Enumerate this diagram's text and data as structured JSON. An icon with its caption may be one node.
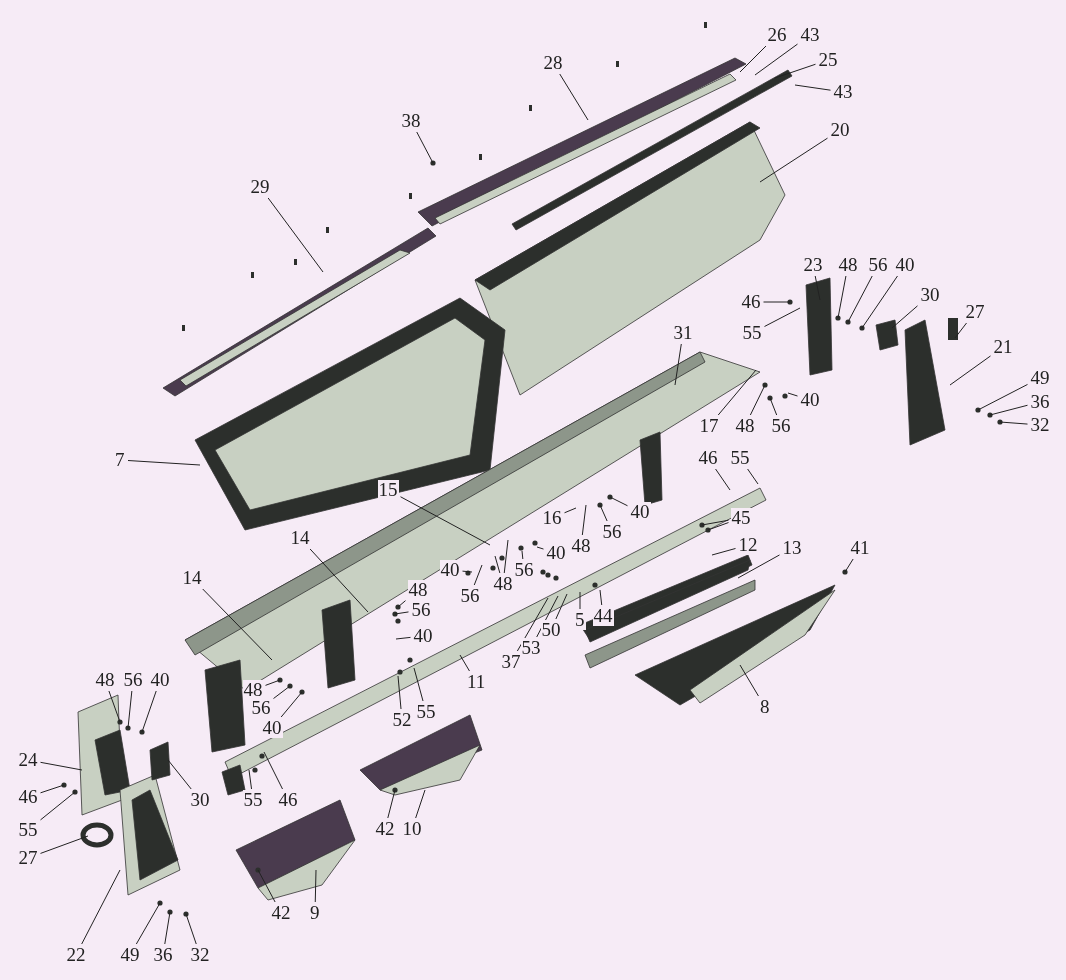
{
  "diagram": {
    "nodes": [
      {
        "text": [
          "43"
        ]
      },
      {
        "text": [
          "26"
        ]
      },
      {
        "text": [
          "28"
        ]
      },
      {
        "text": [
          "25"
        ]
      },
      {
        "text": [
          "43"
        ]
      },
      {
        "text": [
          "38"
        ]
      },
      {
        "text": [
          "20"
        ]
      },
      {
        "text": [
          "29"
        ]
      },
      {
        "text": [
          "23"
        ]
      },
      {
        "text": [
          "48"
        ]
      },
      {
        "text": [
          "56"
        ]
      },
      {
        "text": [
          "40"
        ]
      },
      {
        "text": [
          "46"
        ]
      },
      {
        "text": [
          "55"
        ]
      },
      {
        "text": [
          "30"
        ]
      },
      {
        "text": [
          "27"
        ]
      },
      {
        "text": [
          "31"
        ]
      },
      {
        "text": [
          "21"
        ]
      },
      {
        "text": [
          "49"
        ]
      },
      {
        "text": [
          "40"
        ]
      },
      {
        "text": [
          "36"
        ]
      },
      {
        "text": [
          "17"
        ]
      },
      {
        "text": [
          "48"
        ]
      },
      {
        "text": [
          "56"
        ]
      },
      {
        "text": [
          "32"
        ]
      },
      {
        "text": [
          "7"
        ]
      },
      {
        "text": [
          "46"
        ]
      },
      {
        "text": [
          "55"
        ]
      },
      {
        "text": [
          "15"
        ]
      },
      {
        "text": [
          "16"
        ]
      },
      {
        "text": [
          "40"
        ]
      },
      {
        "text": [
          "56"
        ]
      },
      {
        "text": [
          "48"
        ]
      },
      {
        "text": [
          "45"
        ]
      },
      {
        "text": [
          "12"
        ]
      },
      {
        "text": [
          "13"
        ]
      },
      {
        "text": [
          "14"
        ]
      },
      {
        "text": [
          "40"
        ]
      },
      {
        "text": [
          "56"
        ]
      },
      {
        "text": [
          "48"
        ]
      },
      {
        "text": [
          "56"
        ]
      },
      {
        "text": [
          "40"
        ]
      },
      {
        "text": [
          "41"
        ]
      },
      {
        "text": [
          "48"
        ]
      },
      {
        "text": [
          "56"
        ]
      },
      {
        "text": [
          "40"
        ]
      },
      {
        "text": [
          "5"
        ]
      },
      {
        "text": [
          "44"
        ]
      },
      {
        "text": [
          "50"
        ]
      },
      {
        "text": [
          "53"
        ]
      },
      {
        "text": [
          "37"
        ]
      },
      {
        "text": [
          "11"
        ]
      },
      {
        "text": [
          "14"
        ]
      },
      {
        "text": [
          "48"
        ]
      },
      {
        "text": [
          "56"
        ]
      },
      {
        "text": [
          "40"
        ]
      },
      {
        "text": [
          "48"
        ]
      },
      {
        "text": [
          "56"
        ]
      },
      {
        "text": [
          "40"
        ]
      },
      {
        "text": [
          "52"
        ]
      },
      {
        "text": [
          "55"
        ]
      },
      {
        "text": [
          "8"
        ]
      },
      {
        "text": [
          "24"
        ]
      },
      {
        "text": [
          "30"
        ]
      },
      {
        "text": [
          "55"
        ]
      },
      {
        "text": [
          "46"
        ]
      },
      {
        "text": [
          "46"
        ]
      },
      {
        "text": [
          "55"
        ]
      },
      {
        "text": [
          "42"
        ]
      },
      {
        "text": [
          "10"
        ]
      },
      {
        "text": [
          "27"
        ]
      },
      {
        "text": [
          "9"
        ]
      },
      {
        "text": [
          "42"
        ]
      },
      {
        "text": [
          "22"
        ]
      },
      {
        "text": [
          "49"
        ]
      },
      {
        "text": [
          "36"
        ]
      },
      {
        "text": [
          "32"
        ]
      }
    ],
    "edges": [
      {
        "from": 0,
        "to": null,
        "arrow": "none"
      },
      {
        "from": 1,
        "to": null,
        "arrow": "none"
      },
      {
        "from": 2,
        "to": null,
        "arrow": "none"
      },
      {
        "from": 3,
        "to": null,
        "arrow": "none"
      },
      {
        "from": 4,
        "to": null,
        "arrow": "none"
      },
      {
        "from": 5,
        "to": null,
        "arrow": "none"
      },
      {
        "from": 6,
        "to": null,
        "arrow": "none"
      },
      {
        "from": 7,
        "to": null,
        "arrow": "none"
      },
      {
        "from": 8,
        "to": null,
        "arrow": "none"
      },
      {
        "from": 9,
        "to": null,
        "arrow": "none"
      },
      {
        "from": 10,
        "to": null,
        "arrow": "none"
      },
      {
        "from": 11,
        "to": null,
        "arrow": "none"
      },
      {
        "from": 12,
        "to": null,
        "arrow": "none"
      },
      {
        "from": 13,
        "to": null,
        "arrow": "none"
      },
      {
        "from": 14,
        "to": null,
        "arrow": "none"
      },
      {
        "from": 15,
        "to": null,
        "arrow": "none"
      },
      {
        "from": 16,
        "to": null,
        "arrow": "none"
      },
      {
        "from": 17,
        "to": null,
        "arrow": "none"
      },
      {
        "from": 18,
        "to": null,
        "arrow": "none"
      },
      {
        "from": 19,
        "to": null,
        "arrow": "none"
      },
      {
        "from": 20,
        "to": null,
        "arrow": "none"
      },
      {
        "from": 21,
        "to": null,
        "arrow": "none"
      },
      {
        "from": 22,
        "to": null,
        "arrow": "none"
      },
      {
        "from": 23,
        "to": null,
        "arrow": "none"
      },
      {
        "from": 24,
        "to": null,
        "arrow": "none"
      },
      {
        "from": 25,
        "to": null,
        "arrow": "none"
      },
      {
        "from": 26,
        "to": null,
        "arrow": "none"
      },
      {
        "from": 27,
        "to": null,
        "arrow": "none"
      },
      {
        "from": 28,
        "to": null,
        "arrow": "none"
      },
      {
        "from": 29,
        "to": null,
        "arrow": "none"
      },
      {
        "from": 30,
        "to": null,
        "arrow": "none"
      },
      {
        "from": 31,
        "to": null,
        "arrow": "none"
      },
      {
        "from": 32,
        "to": null,
        "arrow": "none"
      },
      {
        "from": 33,
        "to": null,
        "arrow": "none"
      },
      {
        "from": 33,
        "to": null,
        "arrow": "none"
      },
      {
        "from": 34,
        "to": null,
        "arrow": "none"
      },
      {
        "from": 35,
        "to": null,
        "arrow": "none"
      },
      {
        "from": 36,
        "to": null,
        "arrow": "none"
      },
      {
        "from": 37,
        "to": null,
        "arrow": "none"
      },
      {
        "from": 38,
        "to": null,
        "arrow": "none"
      },
      {
        "from": 39,
        "to": null,
        "arrow": "none"
      },
      {
        "from": 39,
        "to": null,
        "arrow": "none"
      },
      {
        "from": 40,
        "to": null,
        "arrow": "none"
      },
      {
        "from": 41,
        "to": null,
        "arrow": "none"
      },
      {
        "from": 42,
        "to": null,
        "arrow": "none"
      },
      {
        "from": 43,
        "to": null,
        "arrow": "none"
      },
      {
        "from": 44,
        "to": null,
        "arrow": "none"
      },
      {
        "from": 45,
        "to": null,
        "arrow": "none"
      },
      {
        "from": 46,
        "to": null,
        "arrow": "none"
      },
      {
        "from": 47,
        "to": null,
        "arrow": "none"
      },
      {
        "from": 48,
        "to": null,
        "arrow": "none"
      },
      {
        "from": 49,
        "to": null,
        "arrow": "none"
      },
      {
        "from": 50,
        "to": null,
        "arrow": "none"
      },
      {
        "from": 51,
        "to": null,
        "arrow": "none"
      },
      {
        "from": 52,
        "to": null,
        "arrow": "none"
      },
      {
        "from": 53,
        "to": null,
        "arrow": "none"
      },
      {
        "from": 54,
        "to": null,
        "arrow": "none"
      },
      {
        "from": 55,
        "to": null,
        "arrow": "none"
      },
      {
        "from": 56,
        "to": null,
        "arrow": "none"
      },
      {
        "from": 57,
        "to": null,
        "arrow": "none"
      },
      {
        "from": 58,
        "to": null,
        "arrow": "none"
      },
      {
        "from": 59,
        "to": null,
        "arrow": "none"
      },
      {
        "from": 60,
        "to": null,
        "arrow": "none"
      },
      {
        "from": 61,
        "to": null,
        "arrow": "none"
      },
      {
        "from": 62,
        "to": null,
        "arrow": "none"
      },
      {
        "from": 63,
        "to": null,
        "arrow": "none"
      },
      {
        "from": 64,
        "to": null,
        "arrow": "none"
      },
      {
        "from": 65,
        "to": null,
        "arrow": "none"
      },
      {
        "from": 66,
        "to": null,
        "arrow": "none"
      },
      {
        "from": 67,
        "to": null,
        "arrow": "none"
      },
      {
        "from": 68,
        "to": null,
        "arrow": "none"
      },
      {
        "from": 69,
        "to": null,
        "arrow": "none"
      },
      {
        "from": 70,
        "to": null,
        "arrow": "none"
      },
      {
        "from": 71,
        "to": null,
        "arrow": "none"
      },
      {
        "from": 72,
        "to": null,
        "arrow": "none"
      },
      {
        "from": 73,
        "to": null,
        "arrow": "none"
      },
      {
        "from": 74,
        "to": null,
        "arrow": "none"
      },
      {
        "from": 75,
        "to": null,
        "arrow": "none"
      },
      {
        "from": 76,
        "to": null,
        "arrow": "none"
      }
    ]
  }
}
